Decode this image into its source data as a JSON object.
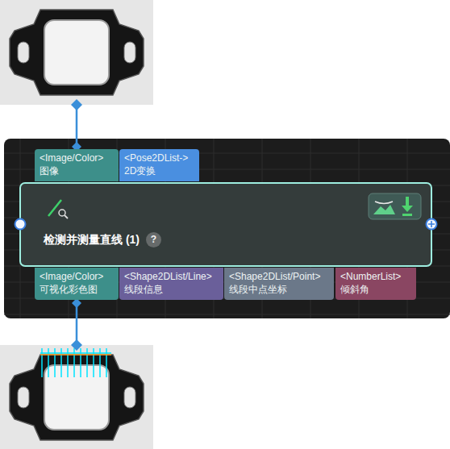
{
  "diagram": {
    "nodes": [
      {
        "text": [
          "<Image/Color>",
          "图像"
        ]
      },
      {
        "text": [
          "<Pose2DList->",
          "2D变换"
        ]
      },
      {
        "text": [
          "检测并测量直线 (1)"
        ]
      },
      {
        "text": [
          "<Image/Color>",
          "可视化彩色图"
        ]
      },
      {
        "text": [
          "<Shape2DList/Line>",
          "线段信息"
        ]
      },
      {
        "text": [
          "<Shape2DList/Point>",
          "线段中点坐标"
        ]
      },
      {
        "text": [
          "<NumberList>",
          "倾斜角"
        ]
      }
    ],
    "labels": [
      "?"
    ]
  }
}
